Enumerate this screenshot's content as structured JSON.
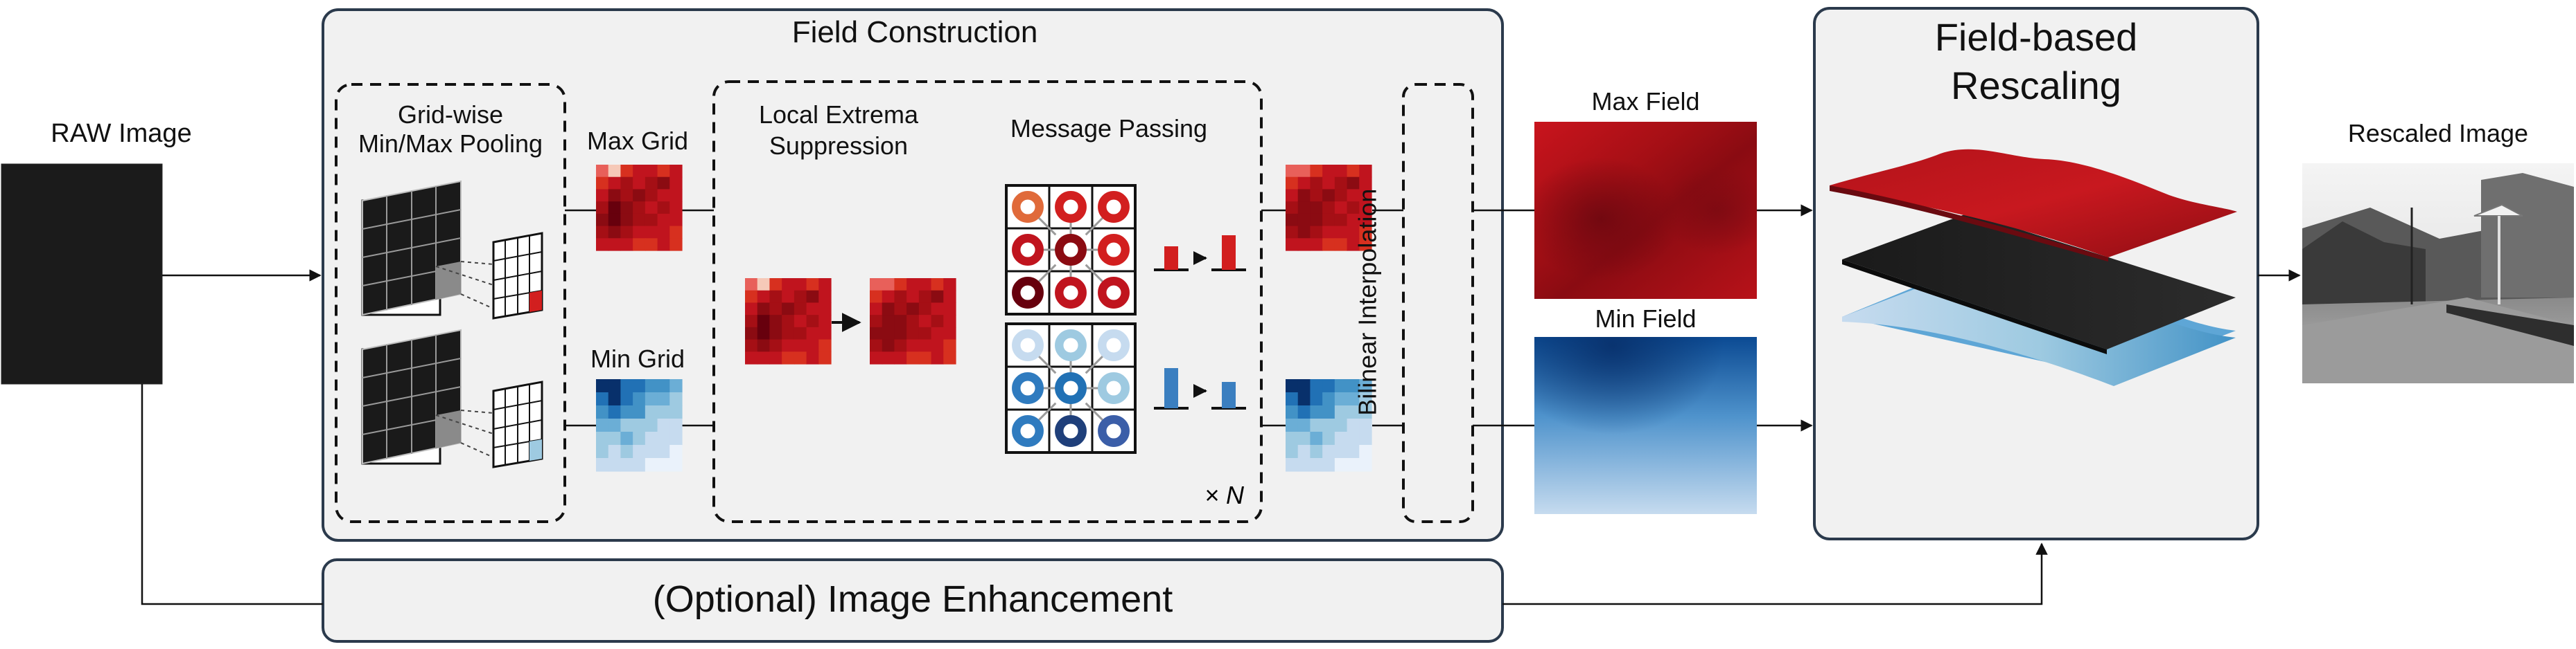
{
  "labels": {
    "raw_image": "RAW Image",
    "field_construction": "Field Construction",
    "grid_pooling": [
      "Grid-wise",
      "Min/Max Pooling"
    ],
    "max_grid": "Max Grid",
    "min_grid": "Min Grid",
    "local_extrema": [
      "Local Extrema",
      "Suppression"
    ],
    "message_passing": "Message Passing",
    "times_n": "× N",
    "bilinear": "Bilinear Interpolation",
    "max_field": "Max Field",
    "min_field": "Min Field",
    "field_rescaling": [
      "Field-based",
      "Rescaling"
    ],
    "rescaled_image": "Rescaled Image",
    "enhancement": "(Optional) Image Enhancement"
  },
  "colors": {
    "panel_fill": "#f1f1f1",
    "panel_border": "#2b3a4c",
    "red_dark": "#7a0a14",
    "red_mid": "#c0141e",
    "red_light": "#e8605a",
    "blue_dark": "#08306b",
    "blue_mid": "#2f7bbf",
    "blue_light": "#c6dbef"
  }
}
